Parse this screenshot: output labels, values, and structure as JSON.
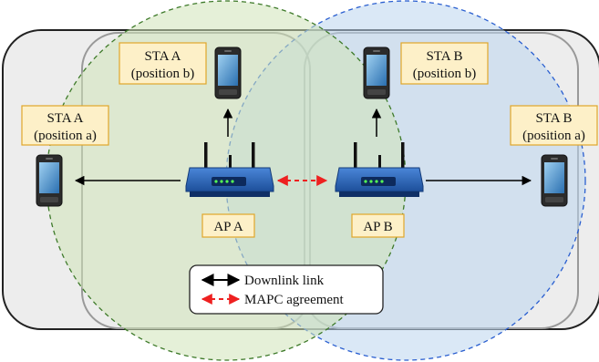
{
  "labels": {
    "sta_a_pos_b": [
      "STA A",
      "(position b)"
    ],
    "sta_b_pos_b": [
      "STA B",
      "(position b)"
    ],
    "sta_a_pos_a": [
      "STA A",
      "(position a)"
    ],
    "sta_b_pos_a": [
      "STA B",
      "(position a)"
    ],
    "ap_a": "AP A",
    "ap_b": "AP B"
  },
  "legend": {
    "downlink": "Downlink link",
    "mapc": "MAPC agreement"
  },
  "colors": {
    "room_fill": "#ededed",
    "room_stroke": "#222222",
    "inner_room_stroke": "#999999",
    "coverage_a_fill": "#cfe4b8",
    "coverage_a_stroke": "#3e7a2a",
    "coverage_b_fill": "#bcd6ee",
    "coverage_b_stroke": "#2a5fd0",
    "label_fill": "#fdf0c8",
    "label_stroke": "#e0a62a",
    "router_body": "#2a5db0",
    "mapc_arrow": "#ee2020",
    "link_arrow": "#000000"
  },
  "icons": {
    "station": "smartphone-icon",
    "access_point": "wifi-router-icon"
  }
}
